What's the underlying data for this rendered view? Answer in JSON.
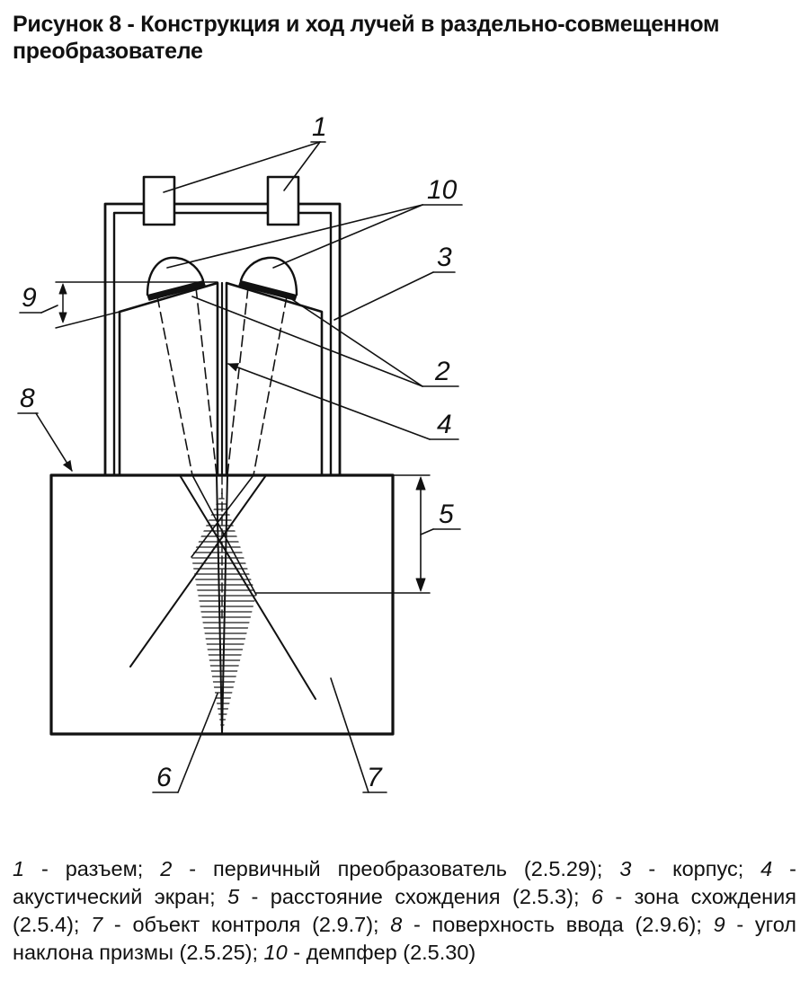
{
  "title_lines": [
    "Рисунок 8 - Конструкция и ход лучей в раздельно-совмещенном",
    "преобразователе"
  ],
  "labels": {
    "l1": "1",
    "l2": "2",
    "l3": "3",
    "l4": "4",
    "l5": "5",
    "l6": "6",
    "l7": "7",
    "l8": "8",
    "l9": "9",
    "l10": "10"
  },
  "legend": [
    {
      "num": "1",
      "text": " - разъем; "
    },
    {
      "num": "2",
      "text": " - первичный преобразователь (2.5.29); "
    },
    {
      "num": "3",
      "text": " - корпус; "
    },
    {
      "num": "4",
      "text": " - акустический экран; "
    },
    {
      "num": "5",
      "text": " - расстояние схождения (2.5.3); "
    },
    {
      "num": "6",
      "text": " - зона схождения (2.5.4); "
    },
    {
      "num": "7",
      "text": " - объект контроля (2.9.7); "
    },
    {
      "num": "8",
      "text": " - поверхность ввода (2.9.6); "
    },
    {
      "num": "9",
      "text": " - угол наклона призмы (2.5.25); "
    },
    {
      "num": "10",
      "text": " - демпфер (2.5.30)"
    }
  ]
}
